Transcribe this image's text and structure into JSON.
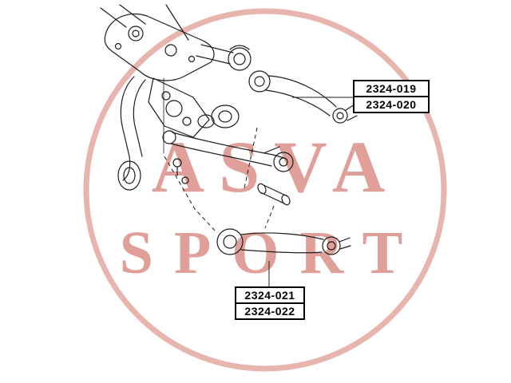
{
  "watermark": {
    "line1": "ASVA",
    "line2": "SPORT",
    "color": "#c0392b"
  },
  "callouts": {
    "upper": [
      "2324-019",
      "2324-020"
    ],
    "lower": [
      "2324-021",
      "2324-022"
    ]
  }
}
